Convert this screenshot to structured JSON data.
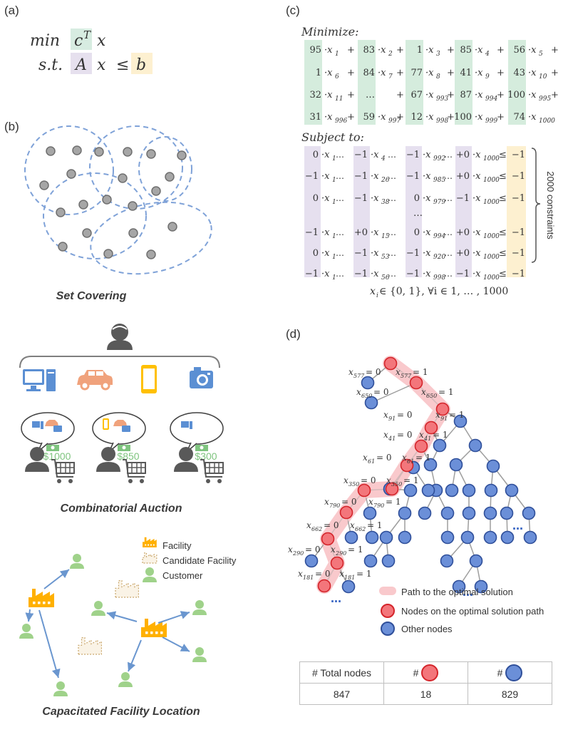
{
  "panel_labels": {
    "a": "(a)",
    "b": "(b)",
    "c": "(c)",
    "d": "(d)"
  },
  "panel_a": {
    "min": "min",
    "cT_base": "c",
    "cT_sup": "T",
    "x1": "x",
    "st": "s.t.",
    "A": "A",
    "x2": "x",
    "leq": "≤",
    "b": "b",
    "colors": {
      "c": "#d7ece1",
      "A": "#e6e0ee",
      "b": "#fdf0d0"
    }
  },
  "panel_b": {
    "caption": "Set Covering"
  },
  "panel_auction": {
    "caption": "Combinatorial Auction",
    "bids": [
      "$1000",
      "$850",
      "$300"
    ],
    "colors": {
      "computer": "#5b8fd3",
      "car": "#f0a27c",
      "phone": "#ffc000",
      "camera": "#5b8fd3",
      "bid": "#7fc47f",
      "person": "#595959"
    }
  },
  "panel_facility": {
    "caption": "Capacitated Facility Location",
    "legend": [
      "Facility",
      "Candidate Facility",
      "Customer"
    ],
    "colors": {
      "facility": "#ffb000",
      "customer": "#9fd28a",
      "arrow": "#6a96cf"
    }
  },
  "panel_c": {
    "minimize": "Minimize:",
    "subject_to": "Subject to:",
    "constraint_count": "2000 constraints",
    "domain": "x",
    "domain_rest": " ∈ {0, 1}, ∀i ∈ 1, … , 1000",
    "colors": {
      "green": "#d5ecdd",
      "purple": "#e6e0ef",
      "yellow": "#fdf0d0"
    },
    "objective_rows": [
      [
        {
          "c": "95",
          "v": "1"
        },
        {
          "c": "83",
          "v": "2"
        },
        {
          "c": "1",
          "v": "3"
        },
        {
          "c": "85",
          "v": "4"
        },
        {
          "c": "56",
          "v": "5"
        }
      ],
      [
        {
          "c": "1",
          "v": "6"
        },
        {
          "c": "84",
          "v": "7"
        },
        {
          "c": "77",
          "v": "8"
        },
        {
          "c": "41",
          "v": "9"
        },
        {
          "c": "43",
          "v": "10"
        }
      ],
      [
        {
          "c": "32",
          "v": "11"
        },
        {
          "c": "…",
          "v": ""
        },
        {
          "c": "67",
          "v": "993"
        },
        {
          "c": "87",
          "v": "994"
        },
        {
          "c": "100",
          "v": "995"
        }
      ],
      [
        {
          "c": "31",
          "v": "996"
        },
        {
          "c": "59",
          "v": "997"
        },
        {
          "c": "12",
          "v": "998"
        },
        {
          "c": "100",
          "v": "999"
        },
        {
          "c": "74",
          "v": "1000"
        }
      ]
    ],
    "constraint_rows": [
      [
        {
          "c": "0",
          "v": "1"
        },
        {
          "c": "−1",
          "v": "4"
        },
        {
          "c": "−1",
          "v": "992"
        },
        {
          "c": "+0",
          "v": "1000"
        },
        "−1"
      ],
      [
        {
          "c": "−1",
          "v": "1"
        },
        {
          "c": "−1",
          "v": "26"
        },
        {
          "c": "−1",
          "v": "985"
        },
        {
          "c": "+0",
          "v": "1000"
        },
        "−1"
      ],
      [
        {
          "c": "0",
          "v": "1"
        },
        {
          "c": "−1",
          "v": "38"
        },
        {
          "c": "0",
          "v": "979"
        },
        {
          "c": "−1",
          "v": "1000"
        },
        "−1"
      ],
      [
        {
          "c": "−1",
          "v": "1"
        },
        {
          "c": "+0",
          "v": "15"
        },
        {
          "c": "0",
          "v": "994"
        },
        {
          "c": "+0",
          "v": "1000"
        },
        "−1"
      ],
      [
        {
          "c": "0",
          "v": "1"
        },
        {
          "c": "−1",
          "v": "53"
        },
        {
          "c": "−1",
          "v": "920"
        },
        {
          "c": "+0",
          "v": "1000"
        },
        "−1"
      ],
      [
        {
          "c": "−1",
          "v": "1"
        },
        {
          "c": "−1",
          "v": "56"
        },
        {
          "c": "−1",
          "v": "998"
        },
        {
          "c": "−1",
          "v": "1000"
        },
        "−1"
      ]
    ]
  },
  "panel_d": {
    "branch_labels": [
      {
        "v": "577",
        "val": "0"
      },
      {
        "v": "577",
        "val": "1"
      },
      {
        "v": "650",
        "val": "0"
      },
      {
        "v": "650",
        "val": "1"
      },
      {
        "v": "91",
        "val": "0"
      },
      {
        "v": "91",
        "val": "1"
      },
      {
        "v": "41",
        "val": "0"
      },
      {
        "v": "41",
        "val": "1"
      },
      {
        "v": "61",
        "val": "0"
      },
      {
        "v": "61",
        "val": "1"
      },
      {
        "v": "350",
        "val": "0"
      },
      {
        "v": "350",
        "val": "1"
      },
      {
        "v": "790",
        "val": "0"
      },
      {
        "v": "790",
        "val": "1"
      },
      {
        "v": "662",
        "val": "0"
      },
      {
        "v": "662",
        "val": "1"
      },
      {
        "v": "290",
        "val": "0"
      },
      {
        "v": "290",
        "val": "1"
      },
      {
        "v": "181",
        "val": "0"
      },
      {
        "v": "181",
        "val": "1"
      }
    ],
    "ellipsis": "…",
    "legend": [
      "Path to the optimal solution",
      "Nodes on the optimal solution path",
      "Other nodes"
    ],
    "colors": {
      "red_fill": "#f3767b",
      "red_stroke": "#d4242a",
      "blue_fill": "#6b8fd8",
      "blue_stroke": "#2f4f9a",
      "path": "#f9c9cc",
      "edge": "#9e9e9e",
      "ellipsis": "#3a66c4"
    },
    "table": {
      "total_label": "# Total nodes",
      "hash": "#",
      "total": "847",
      "red": "18",
      "blue": "829"
    }
  }
}
